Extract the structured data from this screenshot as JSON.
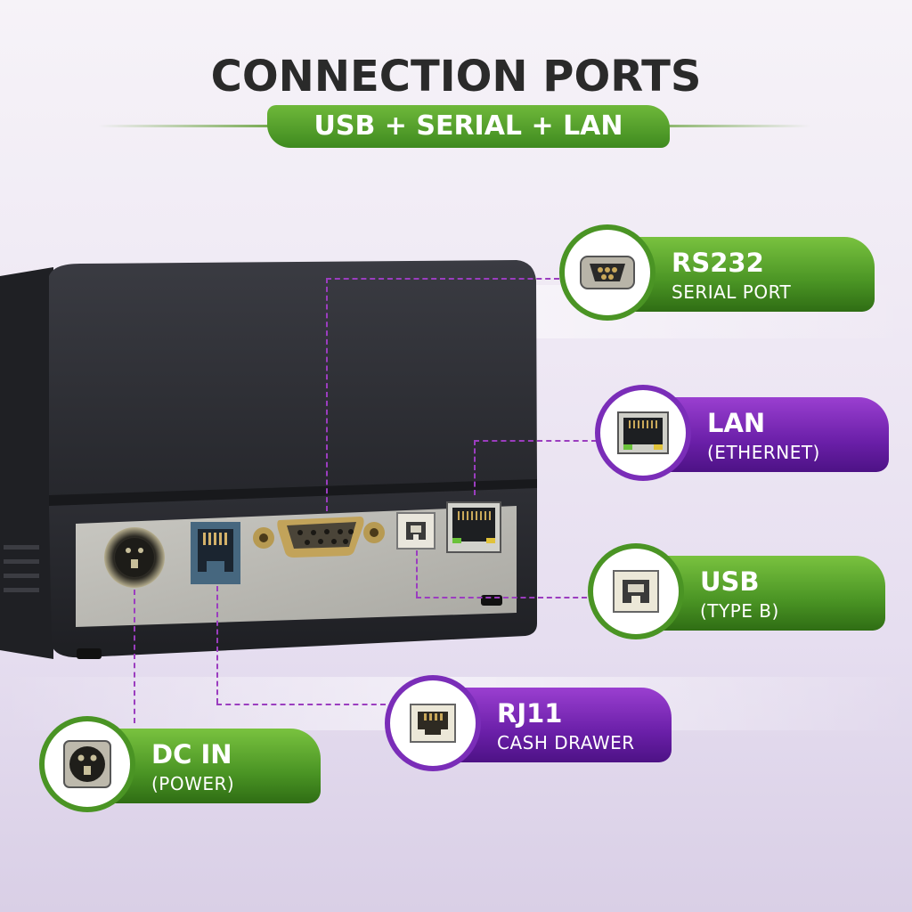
{
  "header": {
    "title": "CONNECTION PORTS",
    "subtitle": "USB + SERIAL + LAN"
  },
  "callouts": {
    "rs232": {
      "label": "RS232",
      "sub": "SERIAL PORT",
      "color": "green",
      "icon": "db9-serial-port-icon"
    },
    "lan": {
      "label": "LAN",
      "sub": "(ETHERNET)",
      "color": "purple",
      "icon": "ethernet-port-icon"
    },
    "usb": {
      "label": "USB",
      "sub": "(TYPE B)",
      "color": "green",
      "icon": "usb-type-b-port-icon"
    },
    "rj11": {
      "label": "RJ11",
      "sub": "CASH DRAWER",
      "color": "purple",
      "icon": "rj11-port-icon"
    },
    "dcin": {
      "label": "DC IN",
      "sub": "(POWER)",
      "color": "green",
      "icon": "dc-power-port-icon"
    }
  },
  "colors": {
    "green": "#4a9424",
    "purple": "#7a2db8",
    "dash": "#9b3dbf",
    "printer_body": "#2c2d33"
  }
}
